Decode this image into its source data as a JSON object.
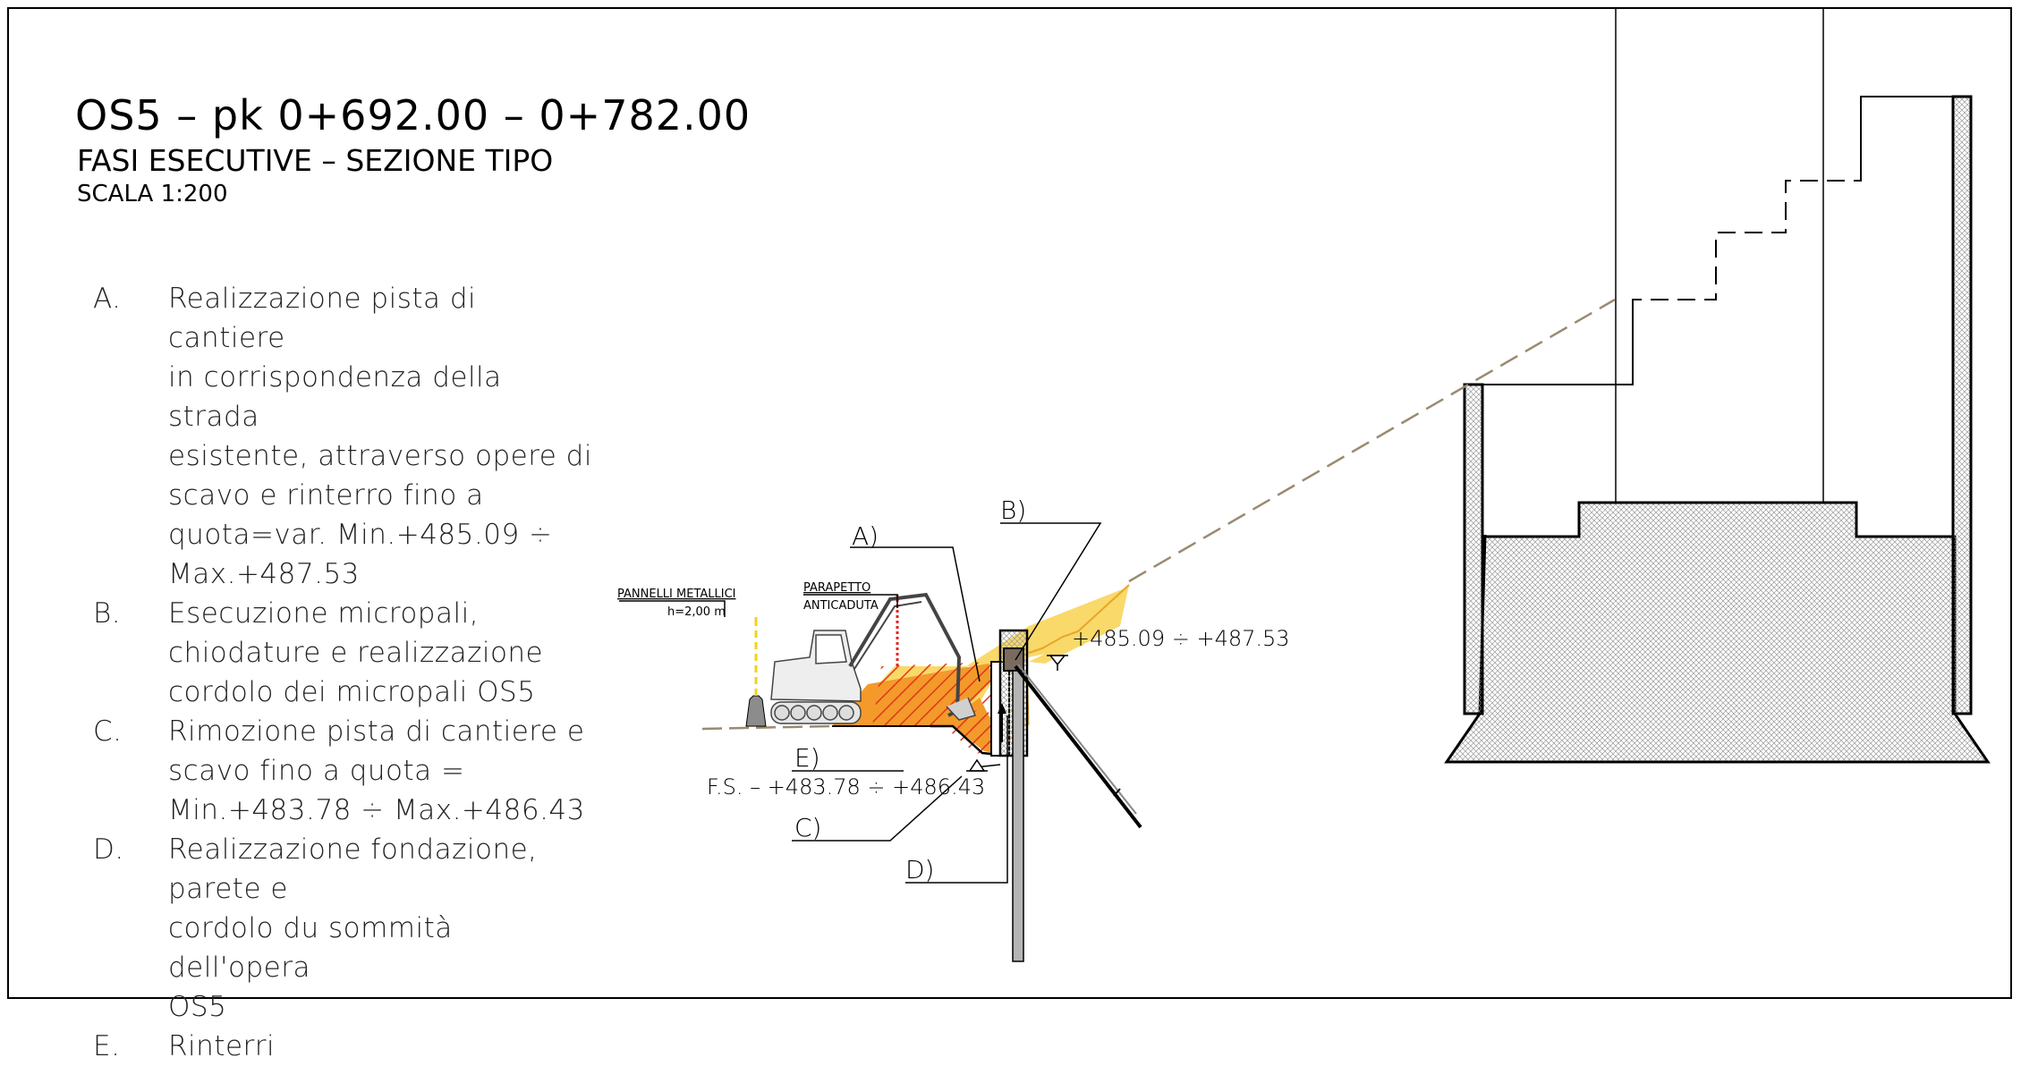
{
  "header": {
    "title": "OS5 – pk 0+692.00 – 0+782.00",
    "subtitle": "FASI ESECUTIVE – SEZIONE TIPO",
    "scale": "SCALA 1:200"
  },
  "steps": [
    {
      "letter": "A.",
      "lines": [
        "Realizzazione pista di cantiere",
        "in corrispondenza della strada",
        "esistente, attraverso opere di",
        "scavo e rinterro fino a",
        "quota=var. Min.+485.09 ÷",
        "Max.+487.53"
      ]
    },
    {
      "letter": "B.",
      "lines": [
        "Esecuzione micropali,",
        "chiodature e realizzazione",
        "cordolo dei micropali OS5"
      ]
    },
    {
      "letter": "C.",
      "lines": [
        "Rimozione pista di cantiere e",
        "scavo fino a quota =",
        "Min.+483.78 ÷ Max.+486.43"
      ]
    },
    {
      "letter": "D.",
      "lines": [
        "Realizzazione fondazione, parete e",
        "cordolo du sommità dell'opera",
        "OS5"
      ]
    },
    {
      "letter": "E.",
      "lines": [
        "Rinterri"
      ]
    }
  ],
  "labels": {
    "pannelli_1": "PANNELLI METALLICI",
    "pannelli_2": "h=2,00 m",
    "parapetto_1": "PARAPETTO",
    "parapetto_2": "ANTICADUTA",
    "callout_a": "A)",
    "callout_b": "B)",
    "callout_c": "C)",
    "callout_d": "D)",
    "callout_e": "E)",
    "quota_top": "+485.09 ÷ +487.53",
    "quota_fs": "F.S. – +483.78 ÷ +486.43"
  },
  "colors": {
    "ink": "#000000",
    "fill_orange": "#f39a2b",
    "fill_yellow": "#f9d96a",
    "hatch_red": "#e2341a",
    "parapet_red": "#e8201a",
    "panel_yellow": "#f2d21b",
    "earth_dash": "#9a8a70",
    "wall_fill": "#d9d9d9"
  }
}
